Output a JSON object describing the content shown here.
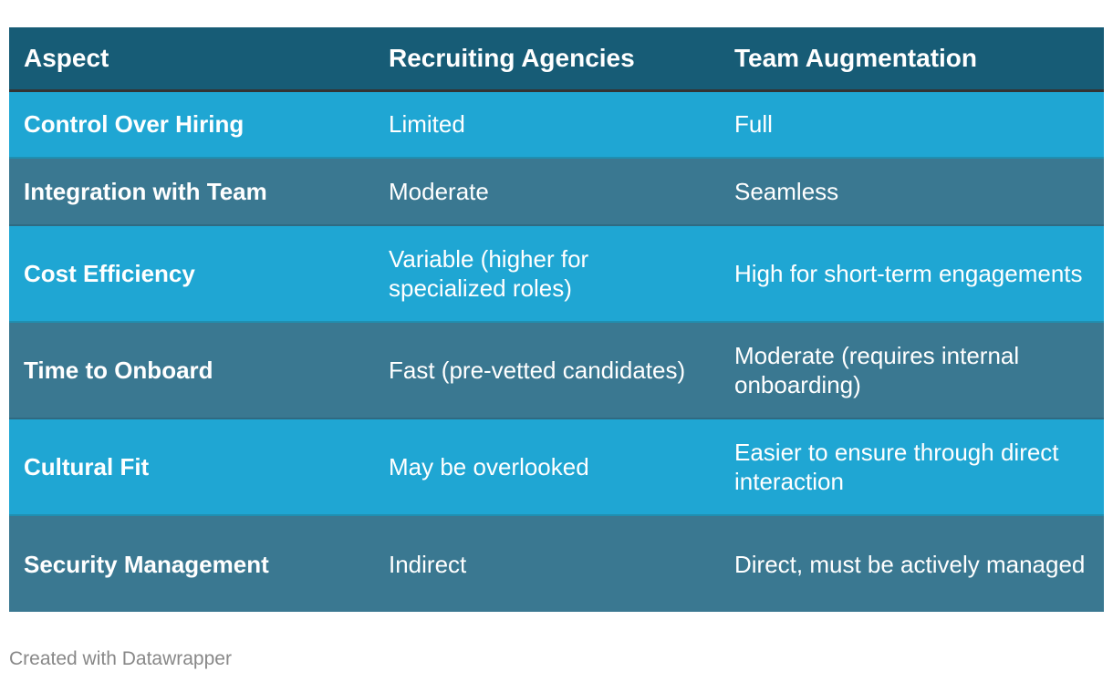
{
  "table": {
    "headers": [
      "Aspect",
      "Recruiting Agencies",
      "Team Augmentation"
    ],
    "rows": [
      [
        "Control Over Hiring",
        "Limited",
        "Full"
      ],
      [
        "Integration with Team",
        "Moderate",
        "Seamless"
      ],
      [
        "Cost Efficiency",
        "Variable (higher for specialized roles)",
        "High for short-term engagements"
      ],
      [
        "Time to Onboard",
        "Fast (pre-vetted candidates)",
        "Moderate (requires internal onboarding)"
      ],
      [
        "Cultural Fit",
        "May be overlooked",
        "Easier to ensure through direct interaction"
      ],
      [
        "Security Management",
        "Indirect",
        "Direct, must be actively managed"
      ]
    ]
  },
  "colors": {
    "header_bg": "#175c76",
    "row_light": "#1fa6d3",
    "row_dark": "#3a7891",
    "text": "#ffffff",
    "footer_text": "#888888"
  },
  "footer": {
    "credit": "Created with Datawrapper"
  }
}
